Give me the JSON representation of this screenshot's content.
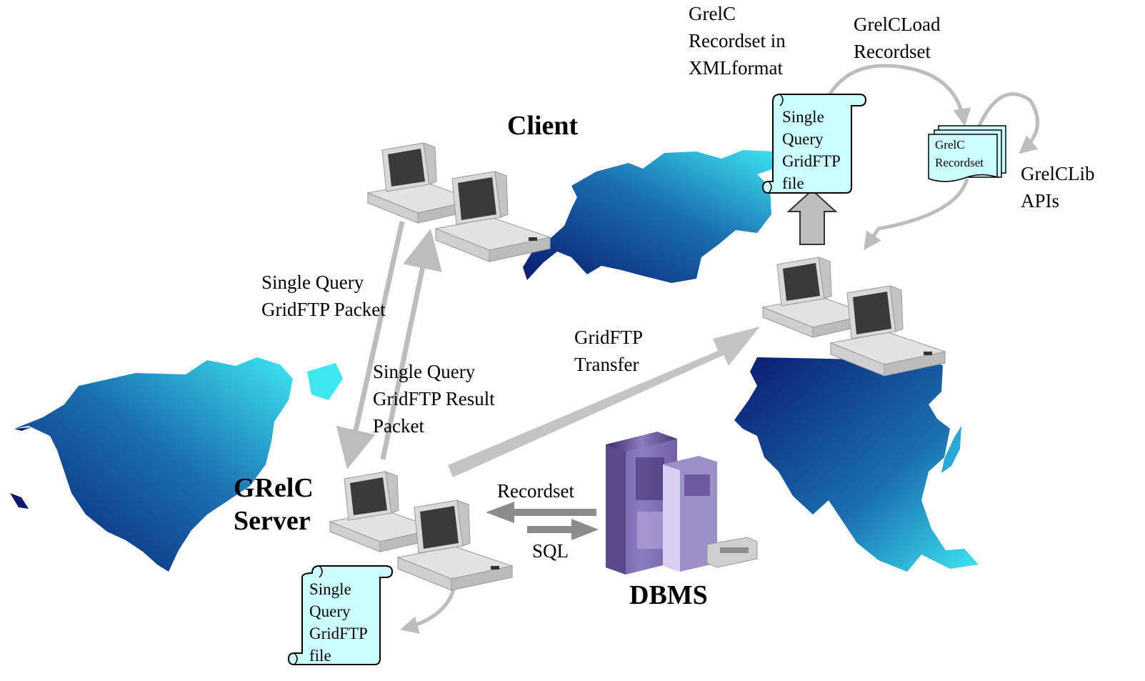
{
  "labels": {
    "client": "Client",
    "grelc_server": "GRelC\nServer",
    "dbms": "DBMS",
    "single_query_packet": "Single Query\nGridFTP Packet",
    "single_query_result": "Single Query\nGridFTP Result\nPacket",
    "gridftp_transfer": "GridFTP\nTransfer",
    "recordset": "Recordset",
    "sql": "SQL",
    "grelc_recordset_xml": "GrelC\nRecordset in\nXMLformat",
    "grelcload_recordset": "GrelCLoad\nRecordset",
    "grelclib_apis": "GrelCLib\nAPIs"
  },
  "scrolls": {
    "client_file": "Single\nQuery\nGridFTP\nfile",
    "server_file": "Single\nQuery\nGridFTP\nfile"
  },
  "recordset_doc": "GrelC\nRecordset",
  "colors": {
    "scroll_fill": "#ccffff",
    "arrow_gray": "#bdbdbd",
    "arrow_dark": "#8c8c8c",
    "map_dark": "#0a1a6e",
    "map_light": "#3ad8ee",
    "server_purple": "#6e5a9e"
  },
  "icons": [
    "computer-pair-icon",
    "mainframe-server-icon",
    "europe-map-icon",
    "asia-map-icon",
    "north-america-map-icon",
    "scroll-document-icon",
    "document-stack-icon"
  ]
}
